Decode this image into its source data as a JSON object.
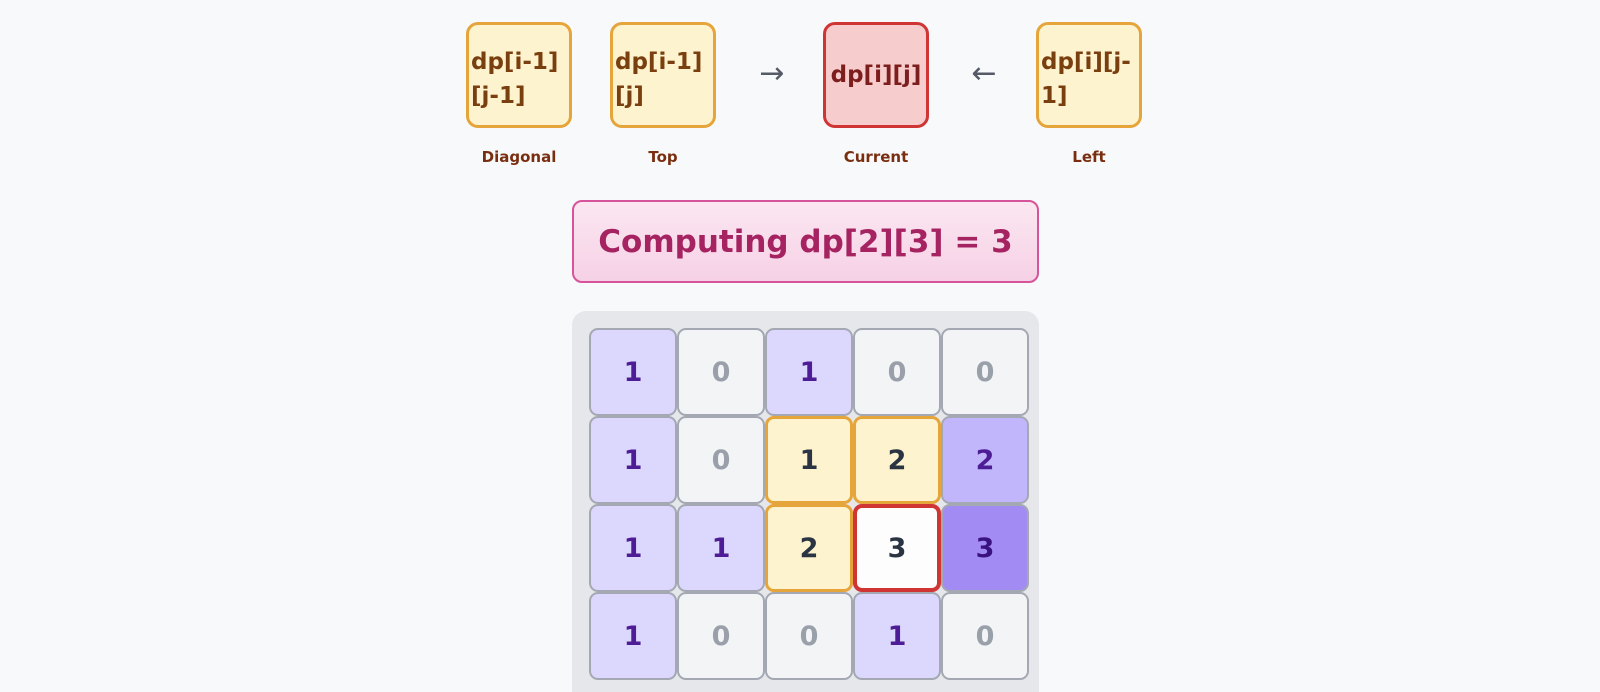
{
  "legend": {
    "diagonal": {
      "expr": "dp[i-1][j-1]",
      "caption": "Diagonal"
    },
    "top": {
      "expr": "dp[i-1][j]",
      "caption": "Top"
    },
    "current": {
      "expr": "dp[i][j]",
      "caption": "Current"
    },
    "left": {
      "expr": "dp[i][j-1]",
      "caption": "Left"
    },
    "arrow_right": "→",
    "arrow_left": "←"
  },
  "status": {
    "text": "Computing dp[2][3] = 3"
  },
  "grid": {
    "rows": [
      [
        {
          "value": "1",
          "state": "one"
        },
        {
          "value": "0",
          "state": "zero"
        },
        {
          "value": "1",
          "state": "one"
        },
        {
          "value": "0",
          "state": "zero"
        },
        {
          "value": "0",
          "state": "zero"
        }
      ],
      [
        {
          "value": "1",
          "state": "one"
        },
        {
          "value": "0",
          "state": "zero"
        },
        {
          "value": "1",
          "state": "neighbor"
        },
        {
          "value": "2",
          "state": "neighbor"
        },
        {
          "value": "2",
          "state": "dp2"
        }
      ],
      [
        {
          "value": "1",
          "state": "one"
        },
        {
          "value": "1",
          "state": "one"
        },
        {
          "value": "2",
          "state": "neighbor"
        },
        {
          "value": "3",
          "state": "current"
        },
        {
          "value": "3",
          "state": "dp3"
        }
      ],
      [
        {
          "value": "1",
          "state": "one"
        },
        {
          "value": "0",
          "state": "zero"
        },
        {
          "value": "0",
          "state": "zero"
        },
        {
          "value": "1",
          "state": "one"
        },
        {
          "value": "0",
          "state": "zero"
        }
      ]
    ]
  },
  "colors": {
    "neighbor_border": "#e6a53b",
    "current_border": "#cf3535",
    "status_border": "#d6549a",
    "status_text": "#a52361"
  }
}
